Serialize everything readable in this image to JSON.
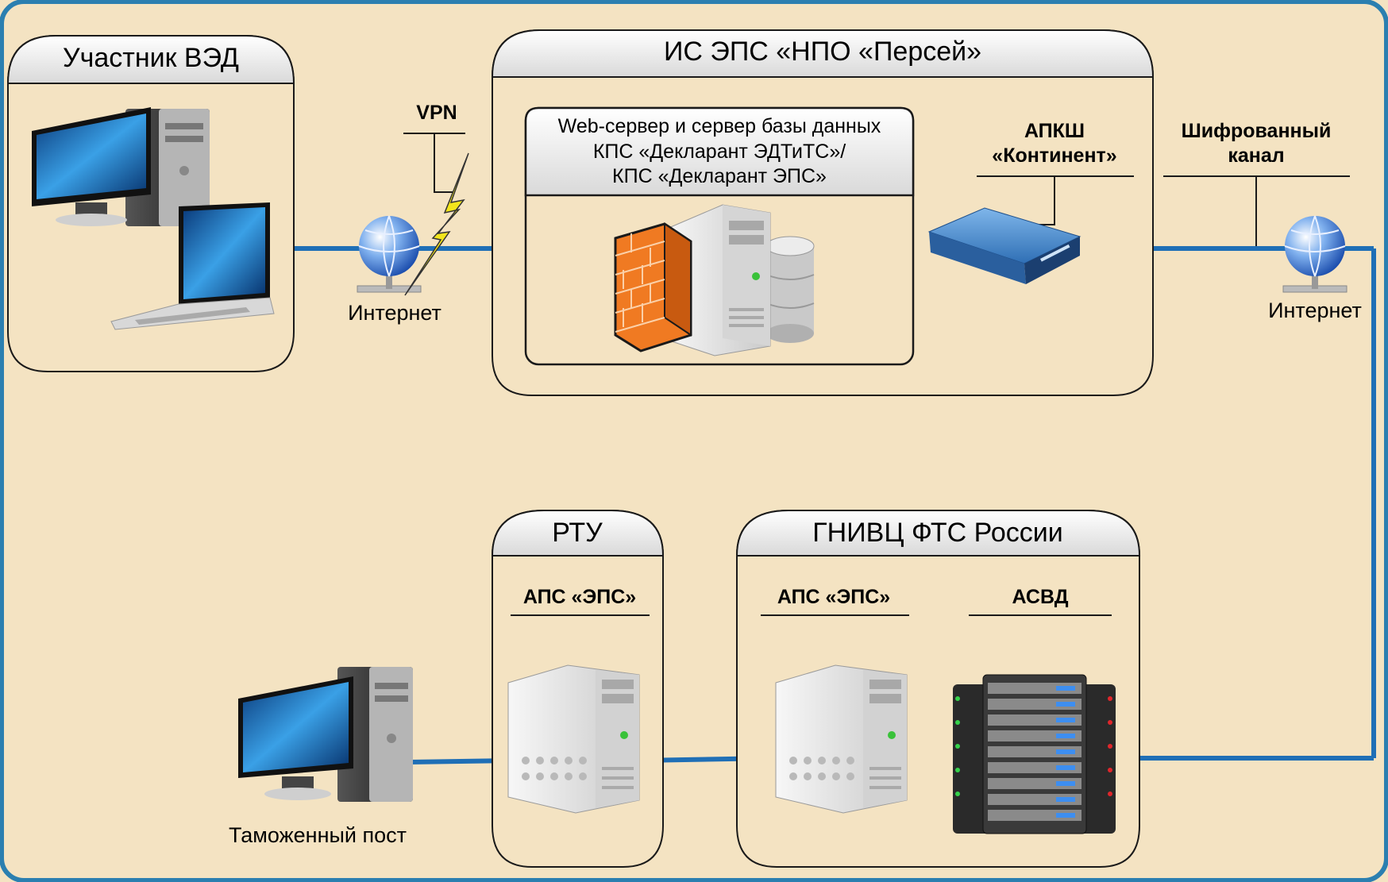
{
  "colors": {
    "background": "#f4e3c2",
    "frame": "#2b7fb0",
    "link": "#1f6fb6",
    "header_fill": "#ececec",
    "border": "#1a1a1a",
    "vpn_bolt": "#f2e51c"
  },
  "groups": {
    "participant": {
      "title": "Участник ВЭД"
    },
    "ieps": {
      "title": "ИС ЭПС «НПО «Персей»"
    },
    "webserver": {
      "line1": "Web-сервер и сервер базы данных",
      "line2": "КПС «Декларант ЭДТиТС»/",
      "line3": "КПС «Декларант ЭПС»"
    },
    "rtu": {
      "title": "РТУ"
    },
    "gnivc": {
      "title": "ГНИВЦ ФТС России"
    }
  },
  "labels": {
    "vpn": "VPN",
    "internet_left": "Интернет",
    "internet_right": "Интернет",
    "apksh_line1": "АПКШ",
    "apksh_line2": "«Континент»",
    "cipher_line1": "Шифрованный",
    "cipher_line2": "канал",
    "aps_rtu": "АПС «ЭПС»",
    "aps_gnivc": "АПС «ЭПС»",
    "asvd": "АСВД",
    "customs_post": "Таможенный пост"
  },
  "icons": [
    "desktop-computer-icon",
    "laptop-icon",
    "globe-network-icon",
    "lightning-vpn-icon",
    "firewall-icon",
    "server-tower-icon",
    "database-icon",
    "network-appliance-icon",
    "server-rack-icon"
  ]
}
